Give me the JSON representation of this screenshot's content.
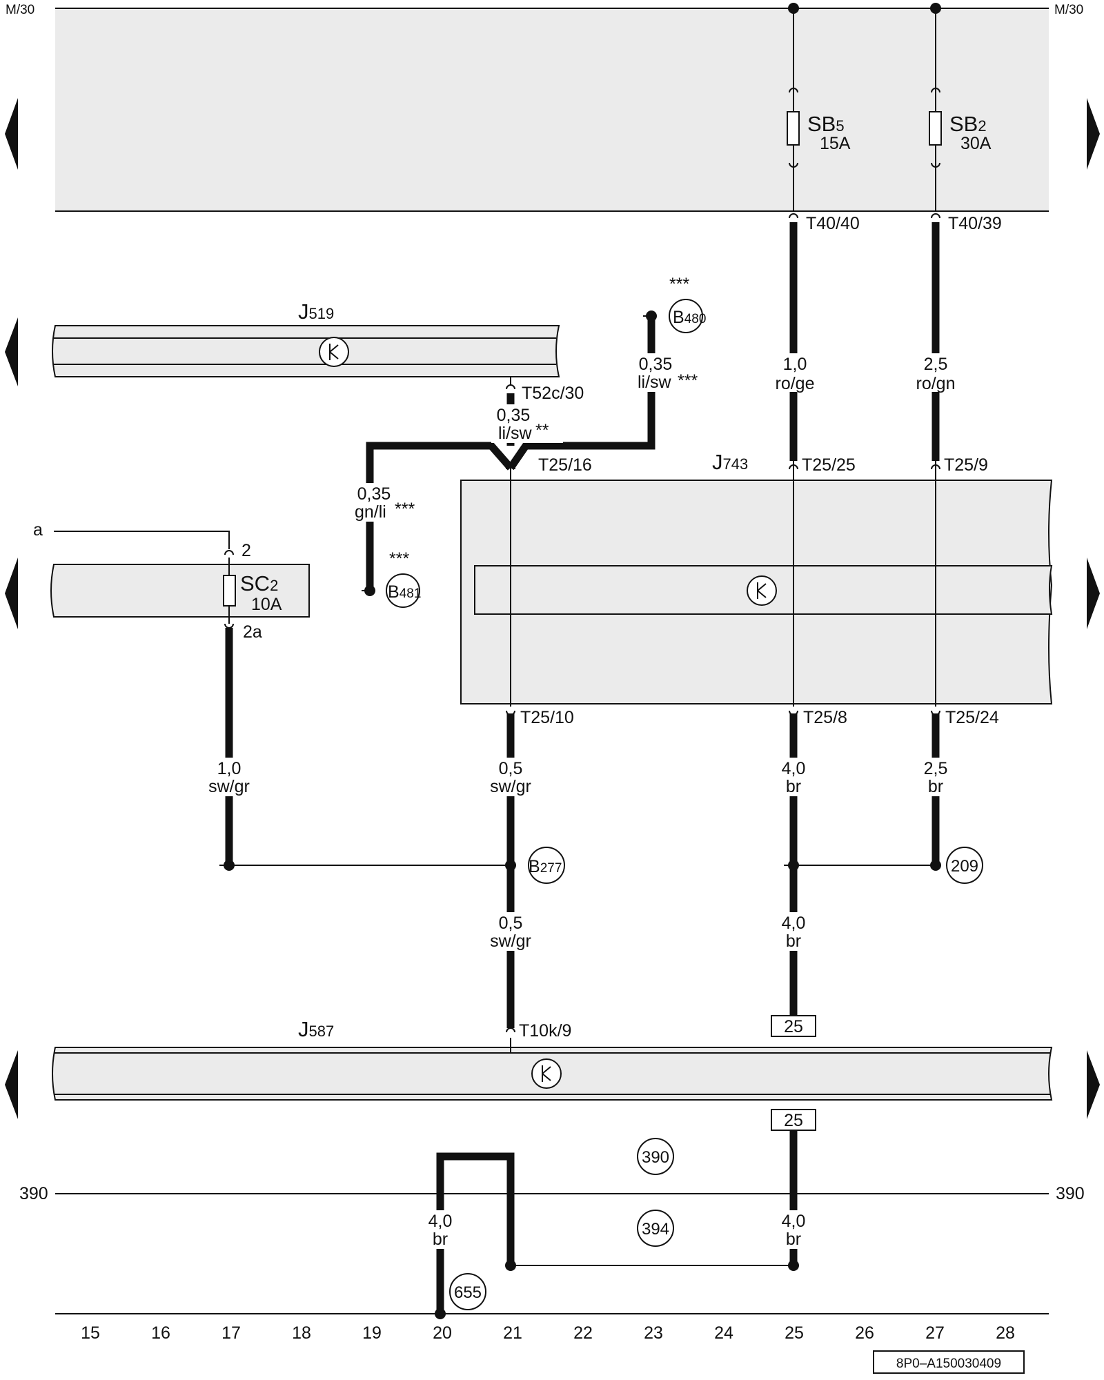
{
  "rails": {
    "top_left": "M/30",
    "top_right": "M/30",
    "left_390": "390",
    "right_390": "390"
  },
  "fuses": {
    "sb5": {
      "name": "SB",
      "sub": "5",
      "rating": "15A"
    },
    "sb2": {
      "name": "SB",
      "sub": "2",
      "rating": "30A"
    },
    "sc2": {
      "name": "SC",
      "sub": "2",
      "rating": "10A",
      "pin_top": "2",
      "pin_bottom": "2a"
    }
  },
  "components": {
    "j519": {
      "name": "J",
      "sub": "519"
    },
    "j743": {
      "name": "J",
      "sub": "743"
    },
    "j587": {
      "name": "J",
      "sub": "587"
    }
  },
  "connectors": {
    "t40_40": "T40/40",
    "t40_39": "T40/39",
    "t52c_30": "T52c/30",
    "t25_16": "T25/16",
    "t25_25": "T25/25",
    "t25_9": "T25/9",
    "t25_10": "T25/10",
    "t25_8": "T25/8",
    "t25_24": "T25/24",
    "t10k_9": "T10k/9"
  },
  "wires": {
    "w_rd_ge": {
      "size": "1,0",
      "color": "ro/ge"
    },
    "w_rd_gn": {
      "size": "2,5",
      "color": "ro/gn"
    },
    "w_b480": {
      "size": "0,35",
      "color": "li/sw",
      "note": "***"
    },
    "w_t52": {
      "size": "0,35",
      "color": "li/sw",
      "note": "**"
    },
    "w_b481": {
      "size": "0,35",
      "color": "gn/li",
      "note": "***"
    },
    "w_sc2": {
      "size": "1,0",
      "color": "sw/gr"
    },
    "w_t2510": {
      "size": "0,5",
      "color": "sw/gr"
    },
    "w_t258": {
      "size": "4,0",
      "color": "br"
    },
    "w_t2524": {
      "size": "2,5",
      "color": "br"
    },
    "w_b277": {
      "size": "0,5",
      "color": "sw/gr"
    },
    "w_25": {
      "size": "4,0",
      "color": "br"
    },
    "w_655": {
      "size": "4,0",
      "color": "br"
    },
    "w_25b": {
      "size": "4,0",
      "color": "br"
    }
  },
  "circles": {
    "b480": {
      "name": "B",
      "sub": "480",
      "note": "***"
    },
    "b481": {
      "name": "B",
      "sub": "481",
      "note": "***"
    },
    "b277": {
      "name": "B",
      "sub": "277"
    },
    "c209": "209",
    "c390": "390",
    "c394": "394",
    "c655": "655"
  },
  "boxes": {
    "b25_top": "25",
    "b25_bottom": "25"
  },
  "ref_a": "a",
  "bottom_scale": [
    "15",
    "16",
    "17",
    "18",
    "19",
    "20",
    "21",
    "22",
    "23",
    "24",
    "25",
    "26",
    "27",
    "28"
  ],
  "doc_id": "8P0–A150030409"
}
